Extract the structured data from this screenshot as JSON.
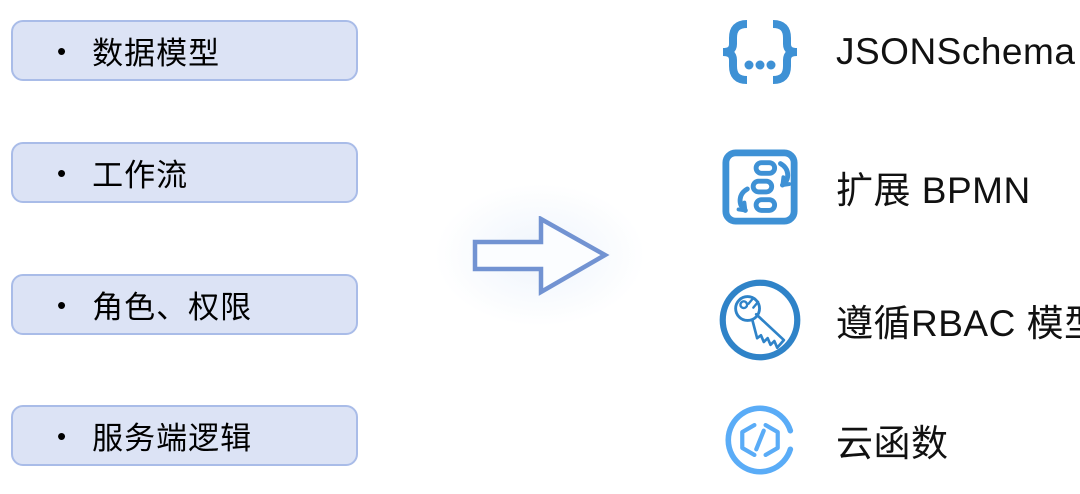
{
  "page": {
    "background": "#ffffff"
  },
  "left": {
    "bullet_char": "•",
    "box_fill": "#dce3f5",
    "box_border": "#a9bce8",
    "items": [
      {
        "label": "数据模型"
      },
      {
        "label": "工作流"
      },
      {
        "label": "角色、权限"
      },
      {
        "label": "服务端逻辑"
      }
    ]
  },
  "arrow": {
    "direction": "right",
    "stroke": "#7293d2",
    "fill": "#fbfdff"
  },
  "right": {
    "items": [
      {
        "icon": "json-braces-icon",
        "label": "JSONSchema",
        "color": "#3e91d5"
      },
      {
        "icon": "bpmn-flow-icon",
        "label": "扩展 BPMN",
        "color": "#3e91d5"
      },
      {
        "icon": "rbac-key-icon",
        "label": "遵循RBAC 模型",
        "color": "#2f83c8"
      },
      {
        "icon": "cloud-function-icon",
        "label": "云函数",
        "color": "#5aacf7"
      }
    ]
  }
}
